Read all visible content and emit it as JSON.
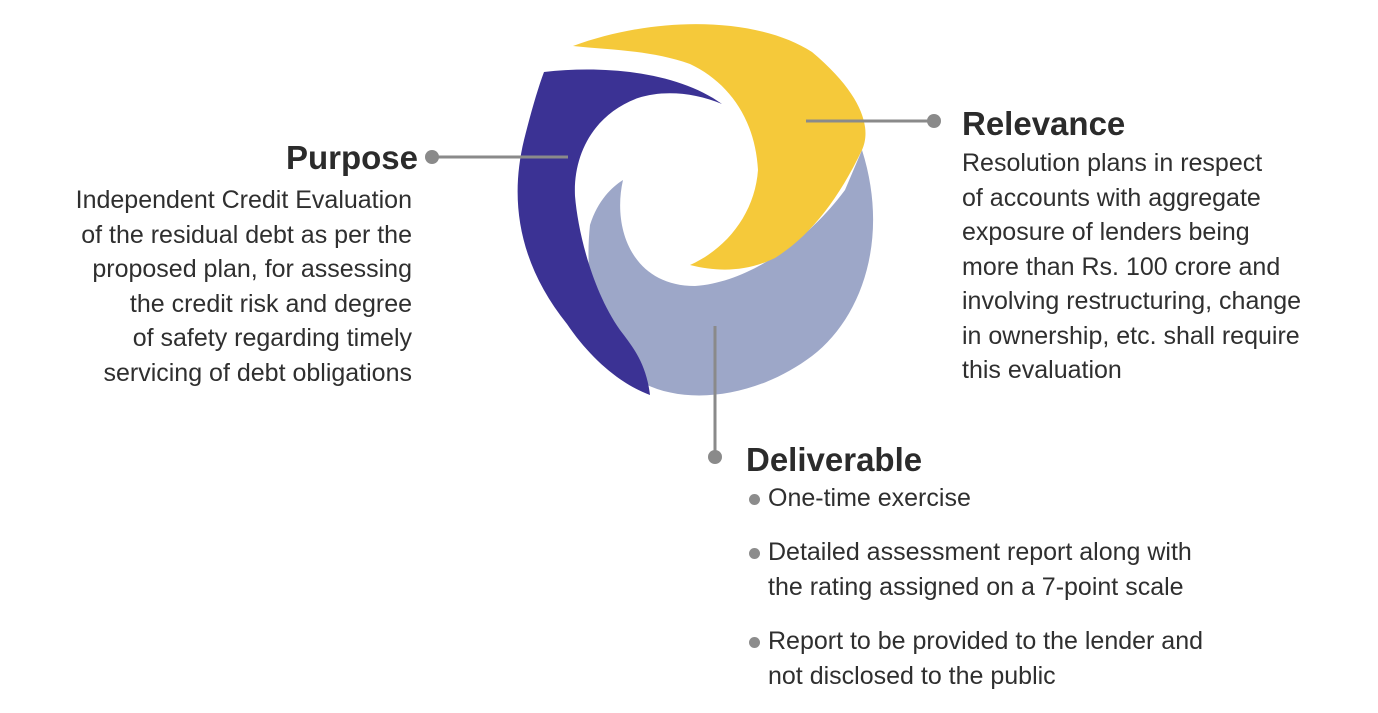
{
  "colors": {
    "yellow_segment": "#F5C93A",
    "indigo_segment": "#3B3294",
    "lavender_segment": "#9DA7C8",
    "connector_gray": "#8A8A8A"
  },
  "purpose": {
    "title": "Purpose",
    "lines": [
      "Independent Credit Evaluation",
      "of the residual debt as per the",
      "proposed plan, for assessing",
      "the credit risk and degree",
      "of safety regarding timely",
      "servicing of debt obligations"
    ]
  },
  "relevance": {
    "title": "Relevance",
    "lines": [
      "Resolution plans in respect",
      "of accounts with aggregate",
      "exposure of lenders being",
      "more than Rs. 100 crore and",
      "involving restructuring, change",
      "in ownership, etc. shall require",
      "this evaluation"
    ]
  },
  "deliverable": {
    "title": "Deliverable",
    "items": [
      {
        "lines": [
          "One-time exercise"
        ]
      },
      {
        "lines": [
          "Detailed assessment report along with",
          "the rating assigned on a 7-point scale"
        ]
      },
      {
        "lines": [
          "Report to be provided to the lender and",
          "not disclosed to the public"
        ]
      }
    ]
  }
}
